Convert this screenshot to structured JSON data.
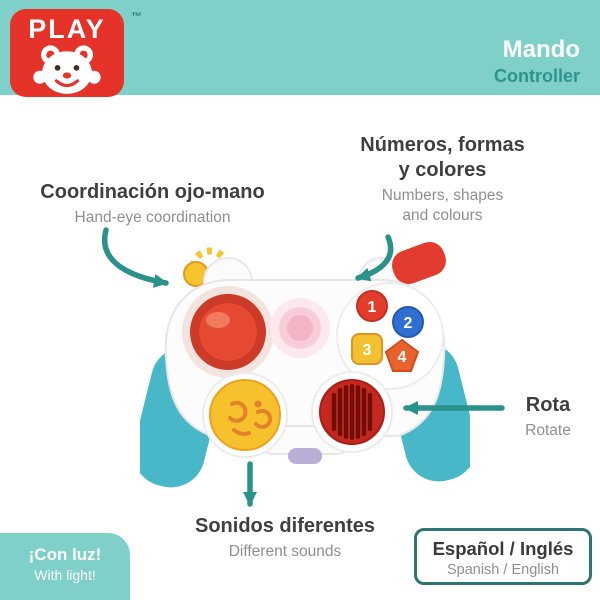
{
  "header": {
    "brand": "PLAY",
    "trademark": "™",
    "product_name": "Mando",
    "product_name_en": "Controller"
  },
  "callouts": {
    "hand_eye": {
      "title": "Coordinación ojo-mano",
      "subtitle": "Hand-eye coordination"
    },
    "numbers_shapes": {
      "title_line1": "Números, formas",
      "title_line2": "y colores",
      "subtitle_line1": "Numbers, shapes",
      "subtitle_line2": "and colours"
    },
    "rotate": {
      "title": "Rota",
      "subtitle": "Rotate"
    },
    "sounds": {
      "title": "Sonidos diferentes",
      "subtitle": "Different sounds"
    }
  },
  "footer": {
    "light": {
      "title": "¡Con luz!",
      "subtitle": "With light!"
    },
    "language": {
      "title": "Español / Inglés",
      "subtitle": "Spanish / English"
    }
  },
  "toy": {
    "button_labels": [
      "1",
      "2",
      "3",
      "4"
    ]
  },
  "colors": {
    "header_teal": "#7fd0c8",
    "accent_teal": "#2d948c",
    "arrow_teal": "#2b918b",
    "logo_red": "#e5332a",
    "title_text": "#3f3f3f",
    "subtitle_text": "#8f8f8f",
    "language_box_border": "#2d7472",
    "joystick_red": "#e64a33",
    "grip_blue": "#48b7c7",
    "sound_button_yellow": "#f7c02d",
    "speaker_red": "#c4281f"
  }
}
